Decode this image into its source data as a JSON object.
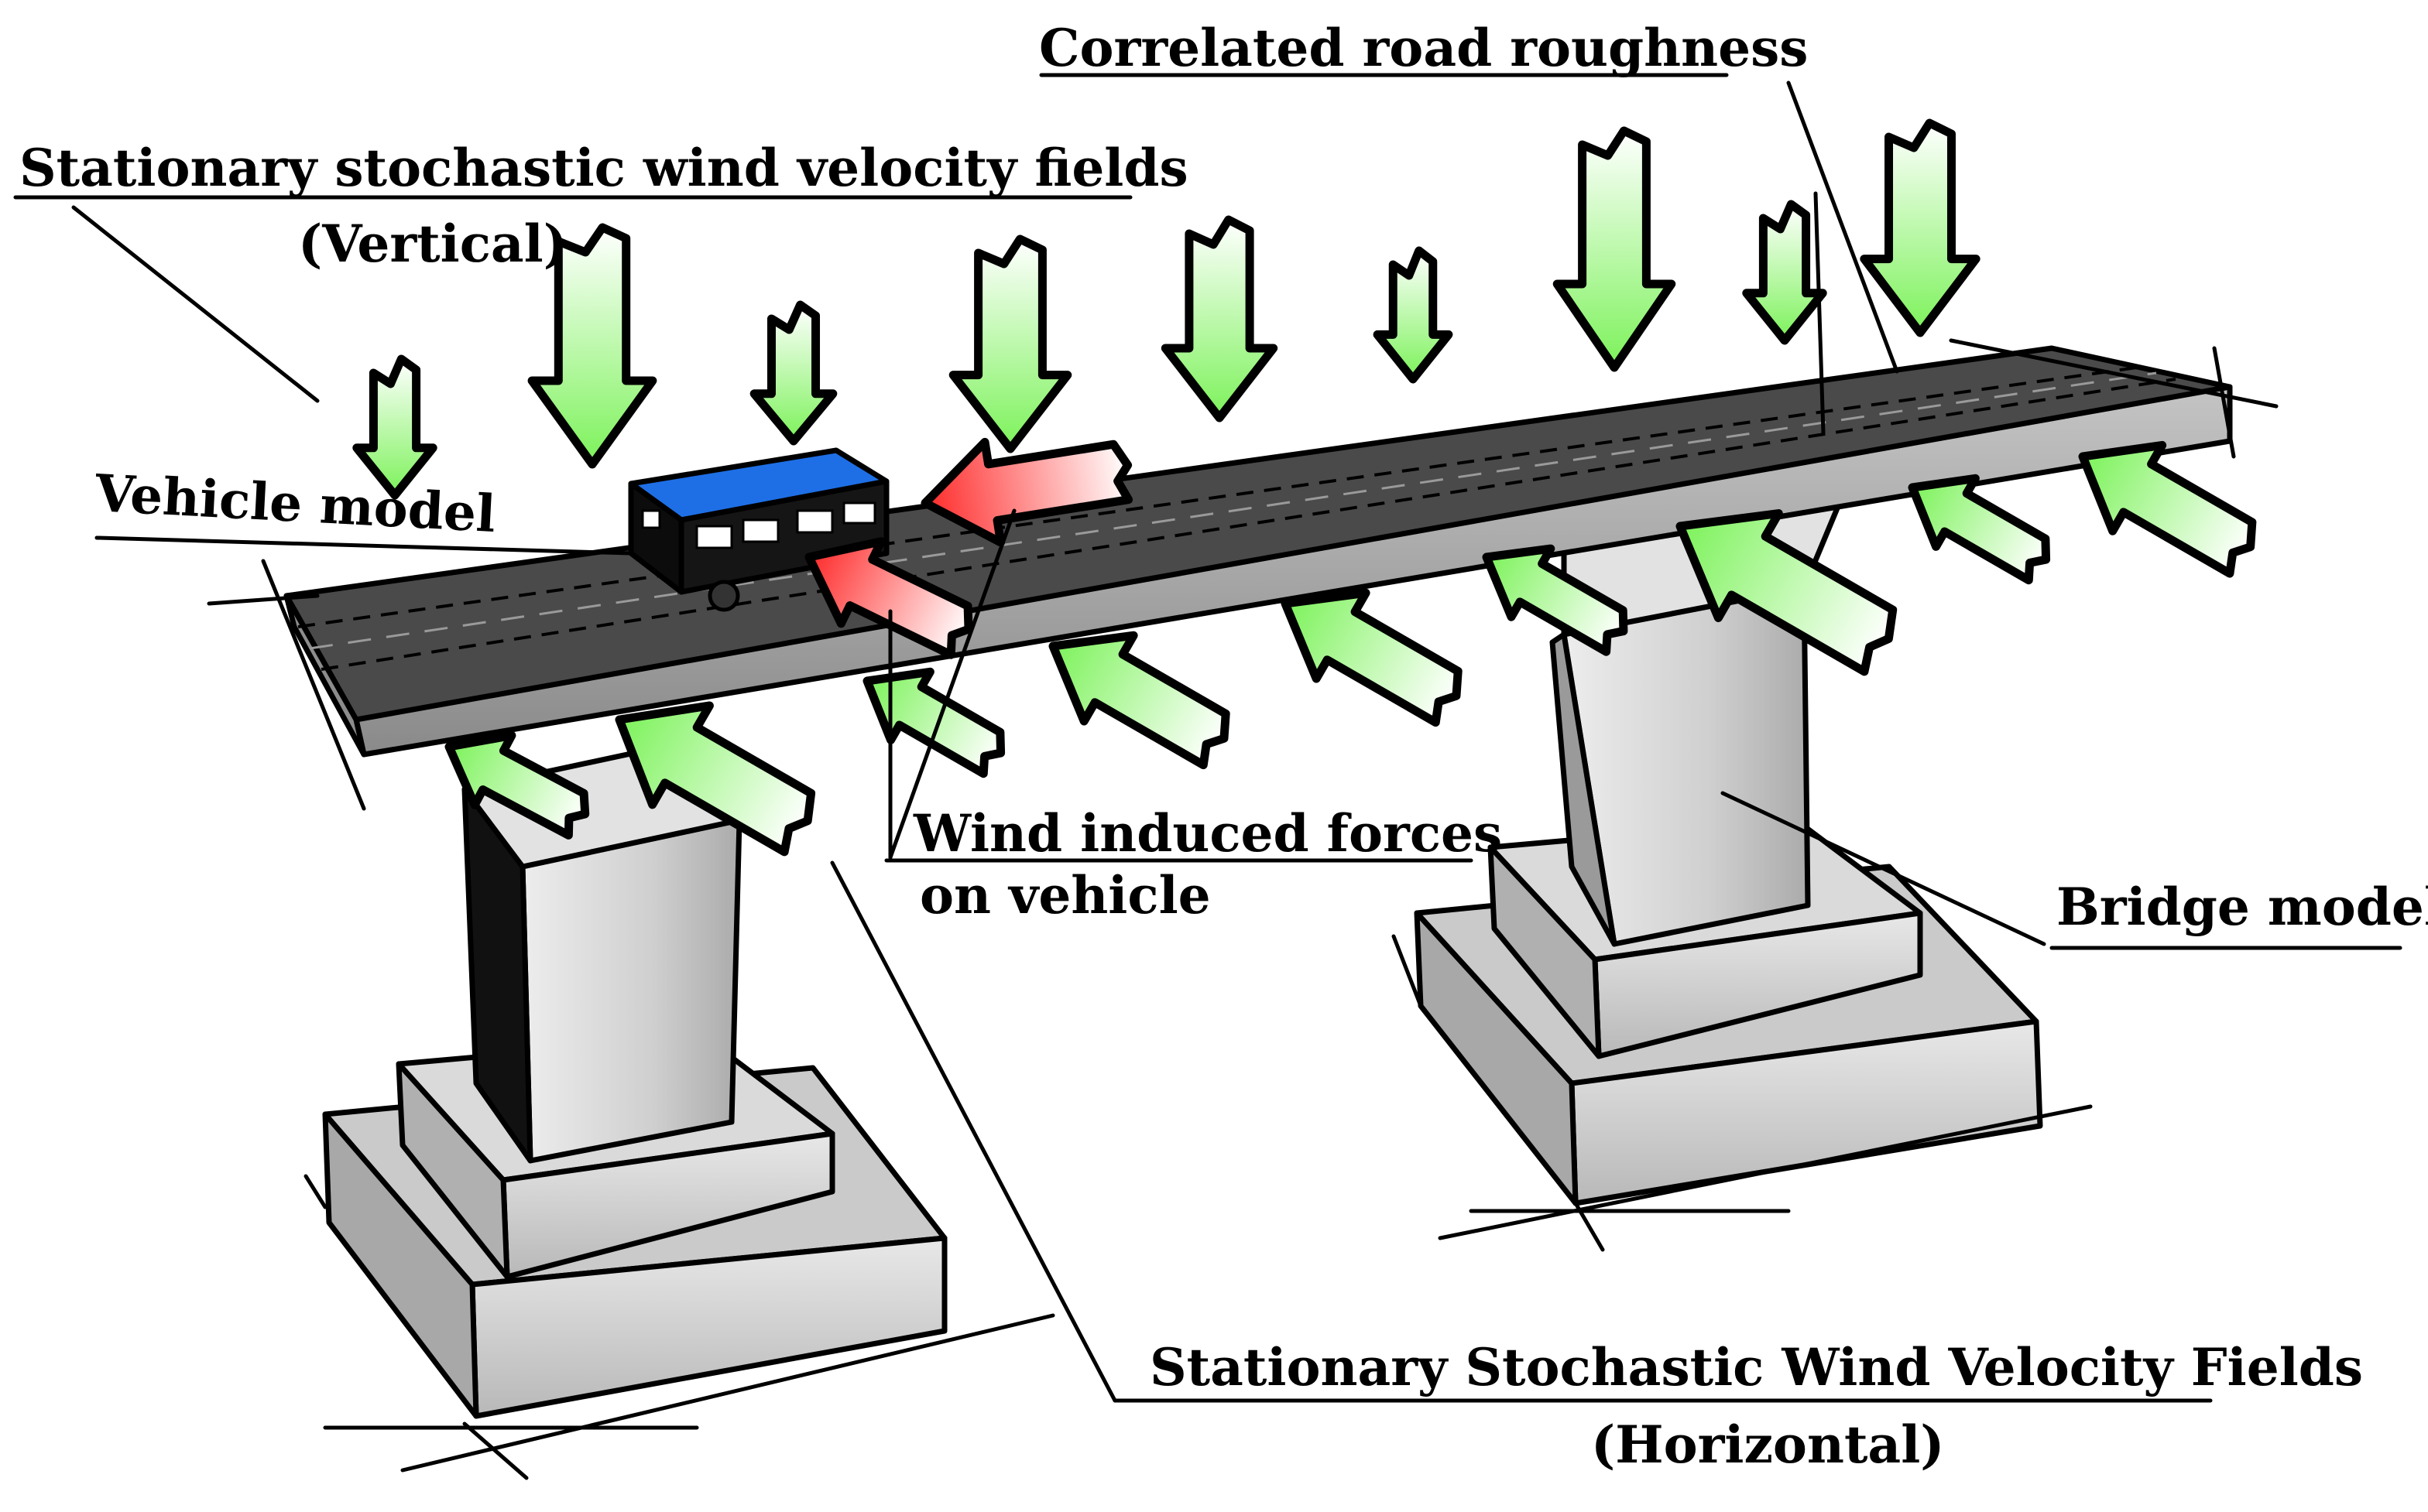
{
  "labels": {
    "road_roughness": "Correlated road roughness",
    "vertical_wind_title": "Stationary stochastic wind velocity fields",
    "vertical_wind_sub": "(Vertical)",
    "vehicle_model": "Vehicle model",
    "wind_forces_line1": "Wind induced forces",
    "wind_forces_line2": "on vehicle",
    "bridge_model": "Bridge model",
    "horizontal_wind_title": "Stationary Stochastic Wind Velocity Fields",
    "horizontal_wind_sub": "(Horizontal)"
  },
  "colors": {
    "wind_arrow_fill": "#7CF25A",
    "wind_arrow_fade": "#FFFFFF",
    "vehicle_force_fill": "#FF2A2A",
    "vehicle_roof": "#1E6FE6",
    "deck_surface": "#4A4A4A",
    "deck_side": "#9A9A9A",
    "pier_fill": "#D4D4D4",
    "ink": "#000000"
  },
  "icons": {
    "vertical_wind": "down-arrow-icon",
    "horizontal_wind": "diagonal-arrow-icon",
    "vehicle_force": "left-arrow-icon"
  }
}
